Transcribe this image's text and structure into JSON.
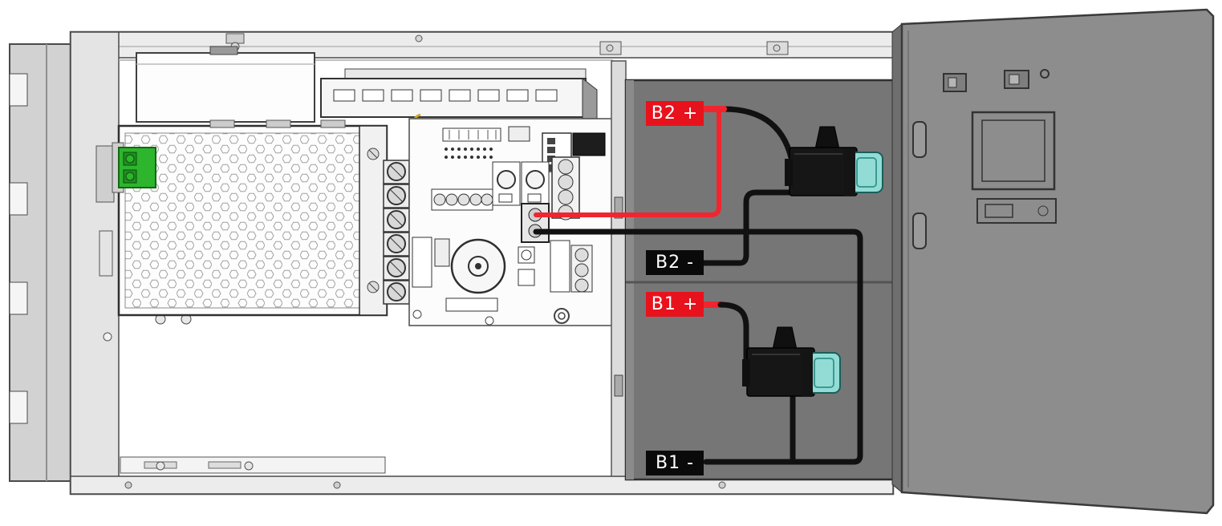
{
  "diagram": {
    "labels": {
      "b2_pos": "B2 +",
      "b2_neg": "B2 -",
      "b1_pos": "B1 +",
      "b1_neg": "B1 -"
    },
    "colors": {
      "positive_label_bg": "#e8121c",
      "negative_label_bg": "#0a0a0a",
      "label_text": "#ffffff",
      "positive_wire": "#f0252f",
      "negative_wire": "#111111",
      "battery_compartment": "#767676",
      "door_panel": "#8d8d8d",
      "green_connector": "#2db52d",
      "fuse_body": "#161616",
      "fuse_element_teal": "#93dcd6",
      "bus_bar_copper": "#c8792a"
    }
  }
}
